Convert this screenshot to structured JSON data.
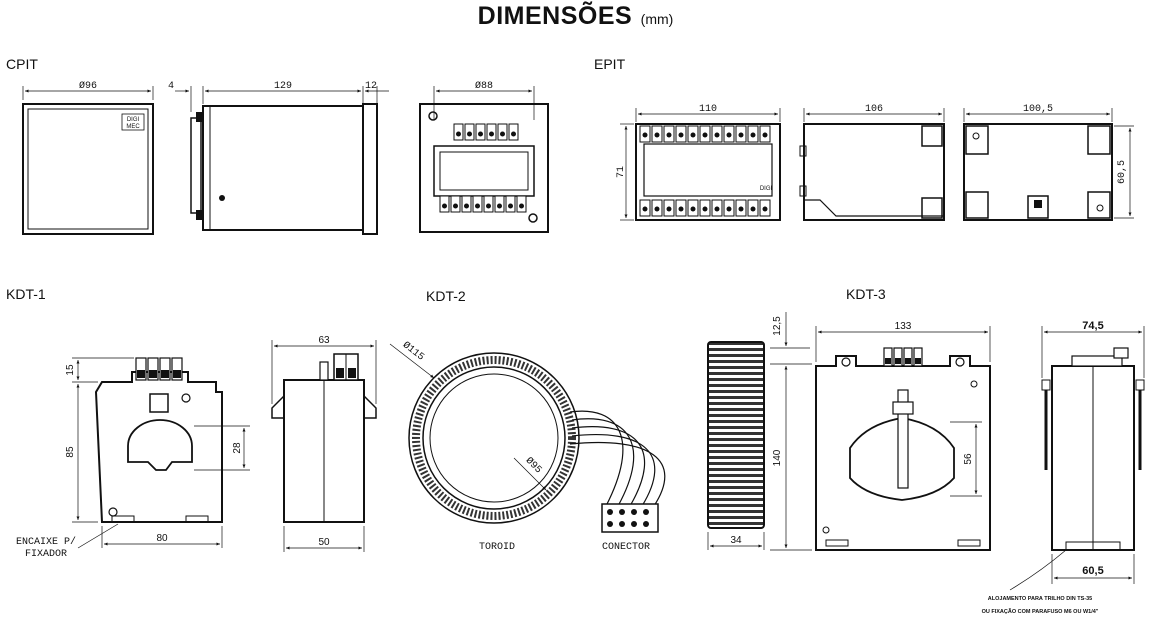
{
  "title": {
    "main": "DIMENSÕES",
    "unit": "(mm)"
  },
  "sections": {
    "cpit": {
      "label": "CPIT",
      "brand": [
        "DIGI",
        "MEC"
      ],
      "dims": {
        "front_w": "Ø96",
        "gap": "4",
        "depth": "129",
        "bezel": "12",
        "back_w": "Ø88"
      }
    },
    "epit": {
      "label": "EPIT",
      "brand": "DIGI",
      "dims": {
        "width": "110",
        "height": "71",
        "depth": "106",
        "back_w": "100,5",
        "back_h": "60,5"
      }
    },
    "kdt1": {
      "label": "KDT-1",
      "dims": {
        "top": "15",
        "height": "85",
        "window": "28",
        "width": "80",
        "side_w": "63",
        "side_base": "50"
      },
      "note": [
        "ENCAIXE P/",
        "FIXADOR"
      ]
    },
    "kdt2": {
      "label": "KDT-2",
      "dims": {
        "outer": "Ø115",
        "inner": "Ø95"
      },
      "captions": {
        "toroid": "TOROID",
        "connector": "CONECTOR"
      }
    },
    "kdt3": {
      "label": "KDT-3",
      "dims": {
        "top": "12,5",
        "height": "140",
        "thickness": "34",
        "width": "133",
        "window": "56",
        "side_w": "74,5",
        "side_base": "60,5"
      },
      "note": [
        "ALOJAMENTO PARA TRILHO DIN TS-35",
        "OU FIXAÇÃO COM PARAFUSO M6 OU W1/4\""
      ]
    }
  }
}
